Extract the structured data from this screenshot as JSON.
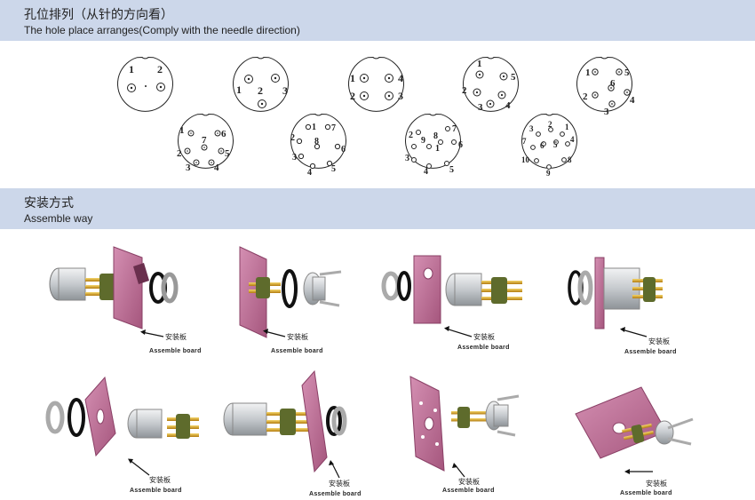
{
  "header_holes": {
    "title_cn": "孔位排列（从针的方向看）",
    "title_en": "The hole place arranges(Comply with the needle direction)"
  },
  "header_assembly": {
    "title_cn": "安装方式",
    "title_en": "Assemble way"
  },
  "connectors": [
    {
      "labels": [
        "1",
        "2"
      ]
    },
    {
      "labels": [
        "1",
        "2",
        "3"
      ]
    },
    {
      "labels": [
        "1",
        "2",
        "3",
        "4"
      ]
    },
    {
      "labels": [
        "1",
        "2",
        "3",
        "4",
        "5"
      ]
    },
    {
      "labels": [
        "1",
        "2",
        "3",
        "4",
        "5",
        "6"
      ]
    },
    {
      "labels": [
        "1",
        "2",
        "3",
        "4",
        "5",
        "6",
        "7"
      ]
    },
    {
      "labels": [
        "1",
        "2",
        "3",
        "4",
        "5",
        "6",
        "7",
        "8"
      ]
    },
    {
      "labels": [
        "1",
        "2",
        "3",
        "4",
        "5",
        "6",
        "7",
        "8",
        "9"
      ]
    },
    {
      "labels": [
        "1",
        "2",
        "3",
        "4",
        "5",
        "6",
        "7",
        "8",
        "9",
        "10"
      ]
    }
  ],
  "assembly": {
    "board_label_cn": "安装板",
    "board_label_en": "Assemble board"
  },
  "colors": {
    "band": "#ccd7ea",
    "board": "#b5698f",
    "brass": "#d4a020",
    "insulator": "#5e6b2c",
    "metal": "#c9cdd1"
  }
}
